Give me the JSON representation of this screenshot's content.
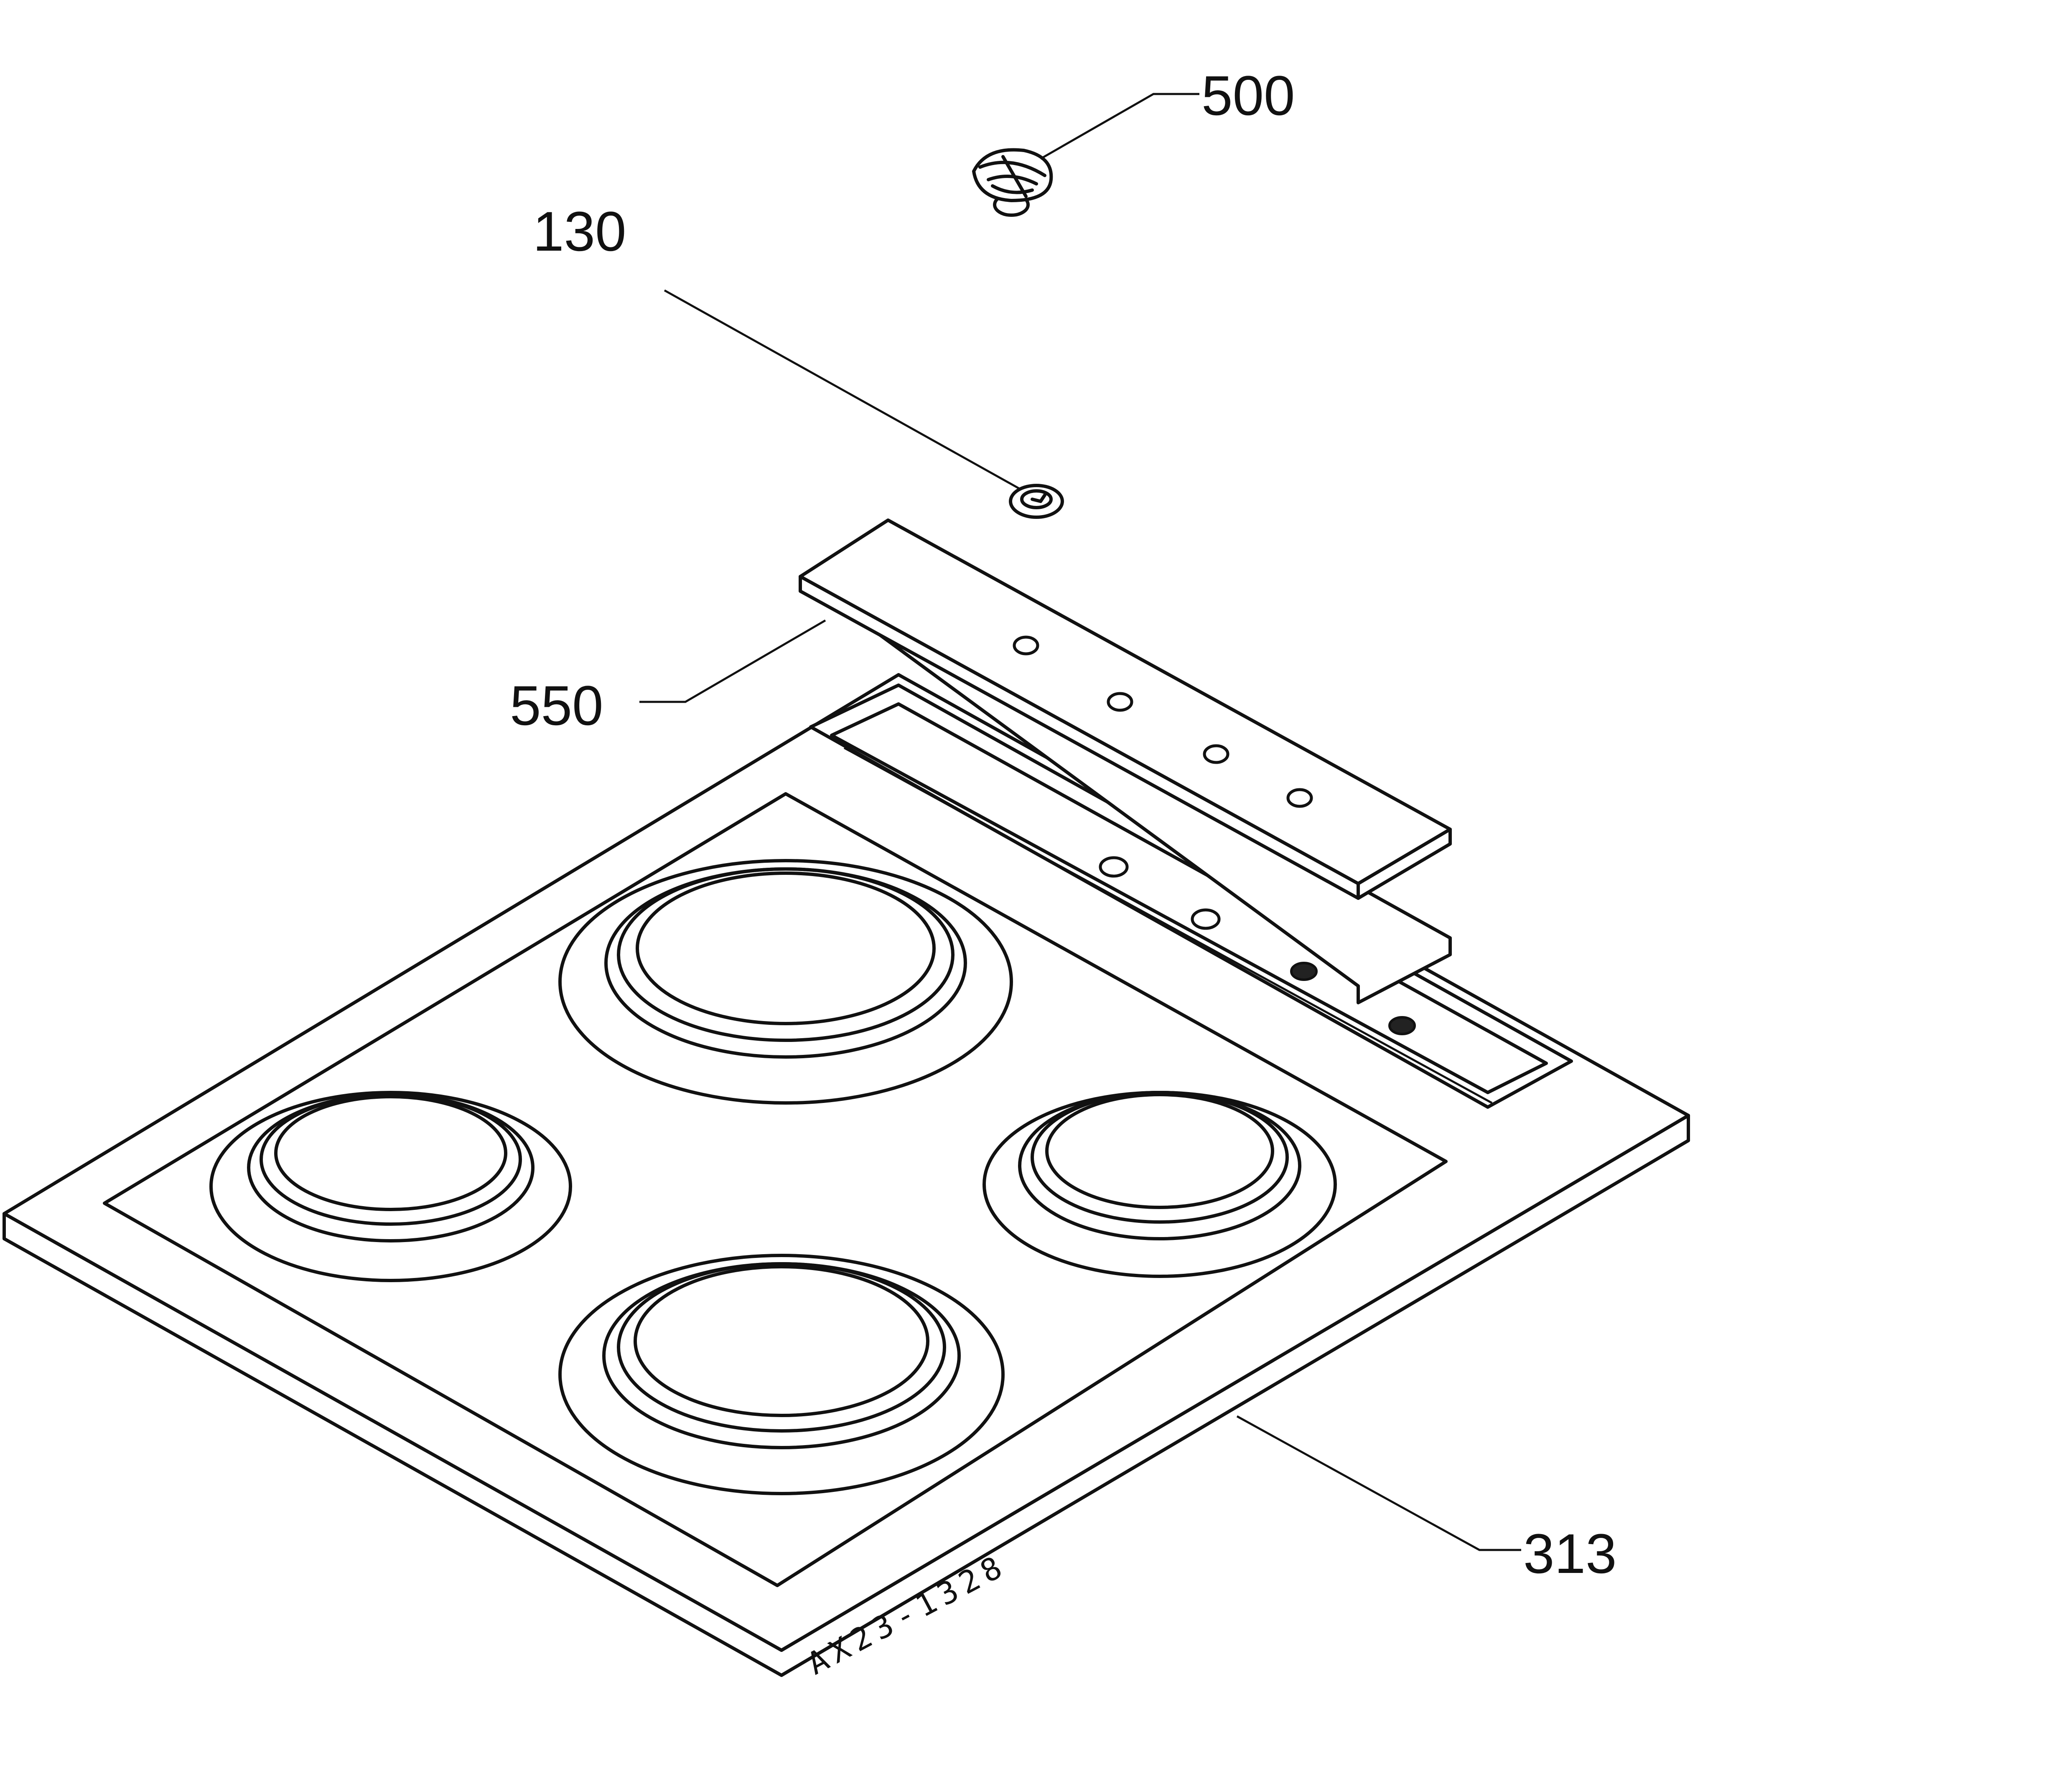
{
  "diagram": {
    "callouts": {
      "knob": "500",
      "cap": "130",
      "panel": "550",
      "hob": "313"
    },
    "drawing_code": "AX23-1328"
  }
}
